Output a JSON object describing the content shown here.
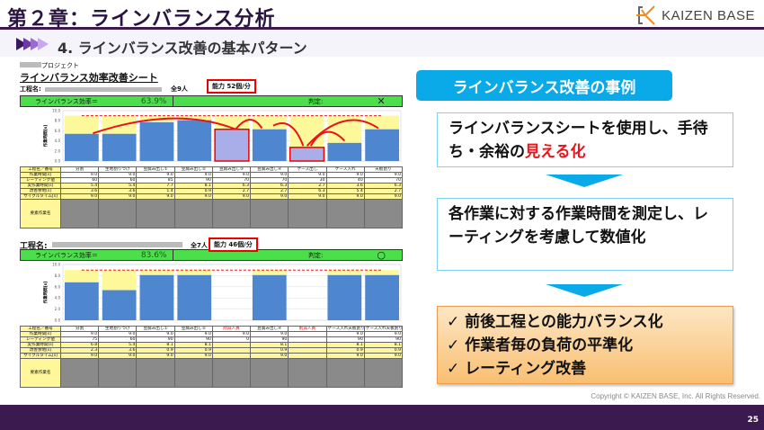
{
  "header": {
    "title": "第２章：ラインバランス分析",
    "subtitle": "4. ラインバランス改善の基本パターン",
    "logo_text": "KAIZEN BASE"
  },
  "sheets": [
    {
      "project": "プロジェクト",
      "sheet_title": "ラインバランス効率改善シート",
      "process_label": "工程名:",
      "people": "全9人",
      "capacity": "能力 52個/分",
      "efficiency_label": "ラインバランス効率＝",
      "efficiency": "63.9%",
      "judge_label": "判定:",
      "judge": "✕",
      "y_ticks": [
        "0.0",
        "2.0",
        "4.0",
        "6.0",
        "8.0",
        "10.0"
      ],
      "y_axis_label": "作業時間[s]",
      "row_labels": [
        "工程名／番号",
        "作業時間[s]",
        "レーティング値",
        "実作業時間[s]",
        "改善余地[s]",
        "サイクルタイム[s]",
        "要素作業名"
      ],
      "columns": [
        "分割",
        "生地割りつけ",
        "豆腐み出し①",
        "豆腐み出し②",
        "豆腐み出し③",
        "豆腐み出し④",
        "ケース出し",
        "ケース入れ",
        "天板割り"
      ],
      "red_columns": [],
      "work_time": [
        "9.0",
        "9.0",
        "9.0",
        "9.0",
        "9.0",
        "9.0",
        "9.0",
        "9.0",
        "9.0"
      ],
      "rating": [
        "60",
        "60",
        "85",
        "90",
        "70",
        "70",
        "30",
        "40",
        "70"
      ],
      "actual": [
        "5.4",
        "5.4",
        "7.7",
        "8.1",
        "6.3",
        "6.3",
        "2.7",
        "3.6",
        "6.3"
      ],
      "margin": [
        "3.6",
        "3.6",
        "1.4",
        "0.9",
        "2.7",
        "2.7",
        "6.3",
        "5.4",
        "2.7"
      ],
      "cycle": [
        "9.0",
        "9.0",
        "9.0",
        "9.0",
        "9.0",
        "9.0",
        "9.0",
        "9.0",
        "9.0"
      ],
      "highlighted_bars": [
        4,
        6
      ],
      "chart_data": {
        "type": "bar",
        "stacked": true,
        "ylim": [
          0,
          10
        ],
        "cycle_time": 9.0,
        "values": [
          5.4,
          5.4,
          7.7,
          8.1,
          6.3,
          6.3,
          2.7,
          3.6,
          6.3
        ],
        "colors": {
          "actual": "#4f86d0",
          "margin": "#fdf99a",
          "highlight": "#a9aee8",
          "line": "#e8141a"
        }
      }
    },
    {
      "process_label": "工程名:",
      "people": "全7人",
      "capacity": "能力 46個/分",
      "efficiency_label": "ラインバランス効率＝",
      "efficiency": "83.6%",
      "judge_label": "判定:",
      "judge": "○",
      "y_ticks": [
        "0.0",
        "2.0",
        "4.0",
        "6.0",
        "8.0",
        "10.0"
      ],
      "y_axis_label": "作業時間[s]",
      "row_labels": [
        "工程名／番号",
        "作業時間[s]",
        "レーティング値",
        "実作業時間[s]",
        "改善余地[s]",
        "サイクルタイム[s]",
        "要素作業名"
      ],
      "columns": [
        "分割",
        "生地割りつけ",
        "豆腐み出し①",
        "豆腐み出し②",
        "削減人員",
        "豆腐み出し④",
        "削減人員",
        "ケース入れ天板割り",
        "ケース入れ天板割り"
      ],
      "red_columns": [
        4,
        6
      ],
      "work_time": [
        "9.0",
        "9.0",
        "9.0",
        "9.0",
        "9.0",
        "9.0",
        "",
        "9.0",
        "9.0"
      ],
      "rating": [
        "75",
        "60",
        "90",
        "90",
        "0",
        "90",
        "",
        "90",
        "90"
      ],
      "actual": [
        "6.8",
        "5.4",
        "8.1",
        "8.1",
        "",
        "8.1",
        "",
        "8.1",
        "8.1"
      ],
      "margin": [
        "2.3",
        "3.6",
        "0.9",
        "0.9",
        "",
        "0.9",
        "",
        "0.9",
        "0.9"
      ],
      "cycle": [
        "9.0",
        "9.0",
        "9.0",
        "9.0",
        "",
        "9.0",
        "",
        "9.0",
        "9.0"
      ],
      "highlighted_bars": [],
      "chart_data": {
        "type": "bar",
        "stacked": true,
        "ylim": [
          0,
          10
        ],
        "cycle_time": 9.0,
        "values": [
          6.8,
          5.4,
          8.1,
          8.1,
          0,
          8.1,
          0,
          8.1,
          8.1
        ],
        "colors": {
          "actual": "#4f86d0",
          "margin": "#fdf99a",
          "line": "#e8141a"
        }
      }
    }
  ],
  "right": {
    "label": "ラインバランス改善の事例",
    "box1_text": "ラインバランスシートを使用し、手待ち・余裕の",
    "box1_highlight": "見える化",
    "box2_text": "各作業に対する作業時間を測定し、レーティングを考慮して数値化",
    "checklist": [
      "前後工程との能力バランス化",
      "作業者毎の負荷の平準化",
      "レーティング改善"
    ],
    "accent": "#0aa9e8",
    "highlight_color": "#e8141a"
  },
  "footer": {
    "copyright": "Copyright ©  KAIZEN BASE, Inc.  All Rights Reserved.",
    "page": "25"
  }
}
